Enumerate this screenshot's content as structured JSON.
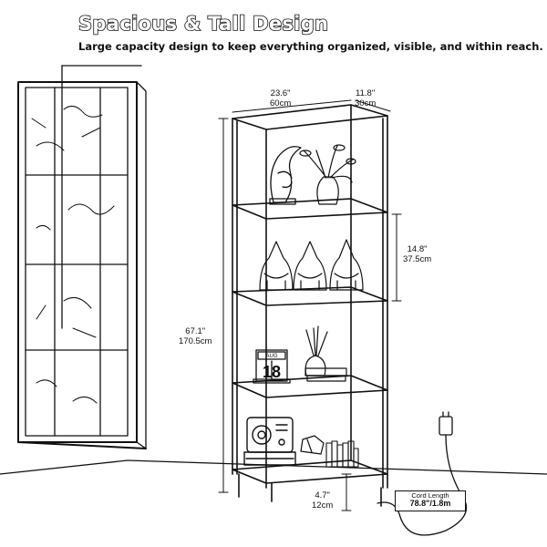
{
  "title": "Spacious & Tall Design",
  "subtitle": "Large capacity design to keep everything organized, visible, and within reach.",
  "dimensions": {
    "width": {
      "inches": "23.6\"",
      "cm": "60cm"
    },
    "depth": {
      "inches": "11.8\"",
      "cm": "30cm"
    },
    "shelf_spacing": {
      "inches": "14.8\"",
      "cm": "37.5cm"
    },
    "height": {
      "inches": "67.1\"",
      "cm": "170.5cm"
    },
    "bottom_clearance": {
      "inches": "4.7\"",
      "cm": "12cm"
    }
  },
  "cord": {
    "label": "Cord Length",
    "value": "78.8\"/1.8m"
  },
  "calendar": {
    "month": "AUG",
    "digits": "18"
  },
  "colors": {
    "line": "#111111",
    "background": "#ffffff"
  }
}
